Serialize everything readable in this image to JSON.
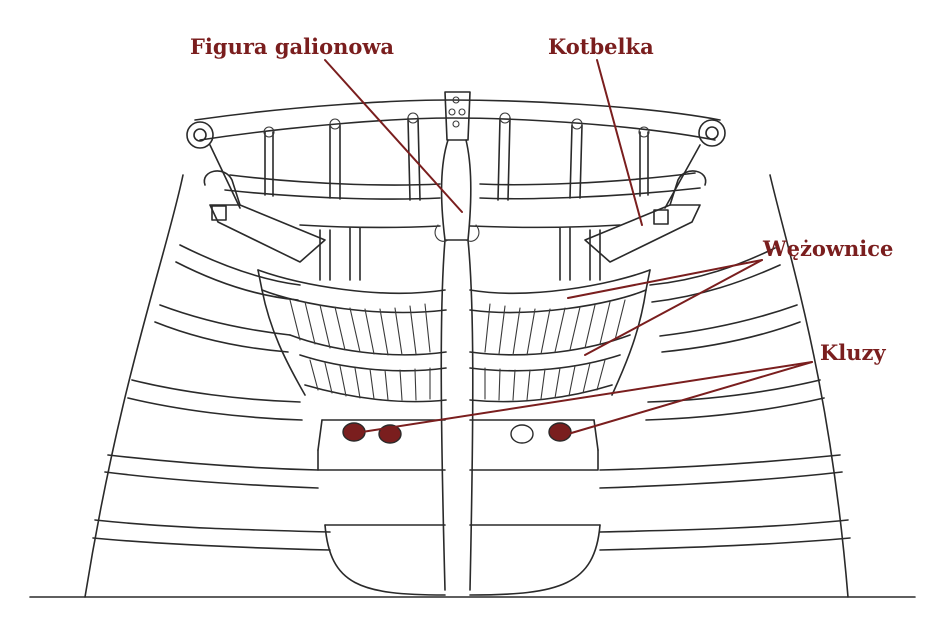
{
  "labels": {
    "figurehead": "Figura galionowa",
    "cathead": "Kotbelka",
    "head_rails": "Wężownice",
    "hawse_holes": "Kluzy"
  },
  "colors": {
    "label_color": "#7a1e1e",
    "ink_color": "#2a2a2a",
    "background": "#ffffff"
  }
}
